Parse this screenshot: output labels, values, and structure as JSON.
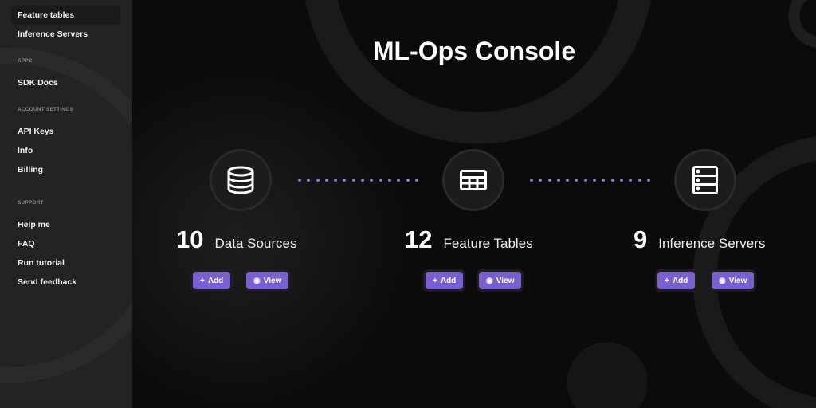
{
  "sidebar": {
    "items_top": [
      "Feature tables",
      "Inference Servers"
    ],
    "apps_heading": "APPS",
    "apps": [
      "SDK Docs"
    ],
    "account_heading": "ACCOUNT SETTINGS",
    "account": [
      "API Keys",
      "Info",
      "Billing"
    ],
    "support_heading": "SUPPORT",
    "support": [
      "Help me",
      "FAQ",
      "Run tutorial",
      "Send feedback"
    ]
  },
  "title": "ML-Ops Console",
  "stats": [
    {
      "count": "10",
      "label": "Data Sources",
      "icon": "database-icon"
    },
    {
      "count": "12",
      "label": "Feature Tables",
      "icon": "table-icon"
    },
    {
      "count": "9",
      "label": "Inference Servers",
      "icon": "server-icon"
    }
  ],
  "buttons": {
    "add": "Add",
    "view": "View"
  },
  "colors": {
    "accent": "#7a5fd0",
    "sidebar": "#232323",
    "background": "#0b0b0b"
  }
}
